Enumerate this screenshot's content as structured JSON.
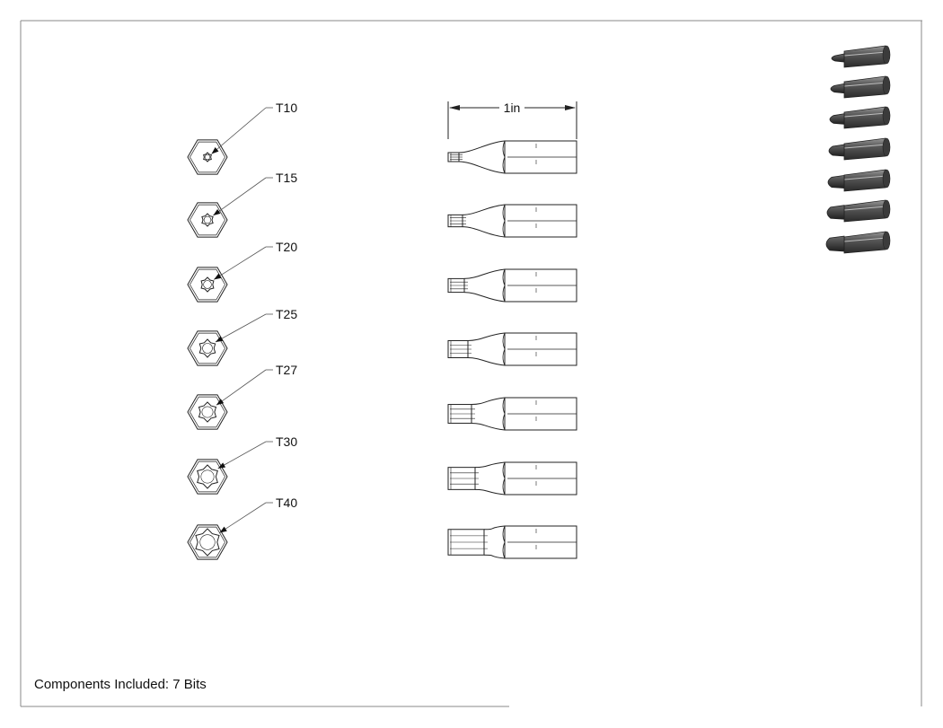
{
  "bits": [
    {
      "label": "T10"
    },
    {
      "label": "T15"
    },
    {
      "label": "T20"
    },
    {
      "label": "T25"
    },
    {
      "label": "T27"
    },
    {
      "label": "T30"
    },
    {
      "label": "T40"
    }
  ],
  "dimension": {
    "label": "1in"
  },
  "footer": {
    "components_text": "Components Included: 7 Bits"
  },
  "colors": {
    "line": "#222222",
    "frame": "#8a8a8a",
    "solid_dark": "#3a3a3a",
    "solid_light": "#8c8c8c"
  },
  "icons": {
    "end_view": "torx-hex-end-icon",
    "side_view": "torx-bit-side-icon",
    "iso_view": "torx-bit-isometric-icon"
  }
}
